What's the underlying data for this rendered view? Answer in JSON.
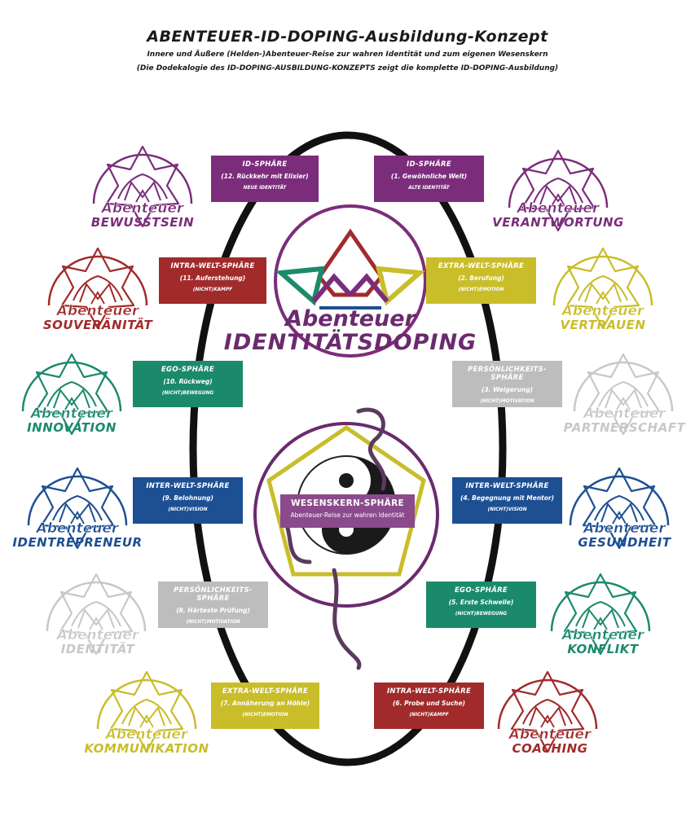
{
  "header": {
    "title": "ABENTEUER-ID-DOPING-Ausbildung-Konzept",
    "subtitle1": "Innere und Äußere (Helden-)Abenteuer-Reise zur wahren Identität und zum eigenen Wesenskern",
    "subtitle2": "(Die Dodekalogie des ID-DOPING-AUSBILDUNG-KONZEPTS zeigt die komplette ID-DOPING-Ausbildung)"
  },
  "center": {
    "word1": "Abenteuer",
    "word2": "IDENTITÄTSDOPING"
  },
  "core": {
    "title": "WESENSKERN-SPHÄRE",
    "subtitle": "Abenteuer-Reise zur wahren Identität"
  },
  "colors": {
    "purple": "#7b2d7b",
    "red": "#a12b2b",
    "yellow": "#c9bd2a",
    "gray": "#b9b9b9",
    "green": "#1b8a6b",
    "blue": "#1d4f93",
    "ring": "#111111"
  },
  "boxes": [
    {
      "title": "ID-SPHÄRE",
      "stage": "(12. Rückkehr mit Elixier)",
      "note": "NEUE IDENTITÄT",
      "color": "#7b2d7b"
    },
    {
      "title": "ID-SPHÄRE",
      "stage": "(1. Gewöhnliche Welt)",
      "note": "ALTE IDENTITÄT",
      "color": "#7b2d7b"
    },
    {
      "title": "INTRA-WELT-SPHÄRE",
      "stage": "(11. Auferstehung)",
      "note": "(NICHT)KAMPF",
      "color": "#a12b2b"
    },
    {
      "title": "EXTRA-WELT-SPHÄRE",
      "stage": "(2. Berufung)",
      "note": "(NICHT)EMOTION",
      "color": "#c9bd2a"
    },
    {
      "title": "EGO-SPHÄRE",
      "stage": "(10. Rückweg)",
      "note": "(NICHT)BEWEGUNG",
      "color": "#1b8a6b"
    },
    {
      "title": "PERSÖNLICHKEITS-SPHÄRE",
      "stage": "(3. Weigerung)",
      "note": "(NICHT)MOTIVATION",
      "color": "#bdbdbd"
    },
    {
      "title": "INTER-WELT-SPHÄRE",
      "stage": "(9. Belohnung)",
      "note": "(NICHT)VISION",
      "color": "#1d4f93"
    },
    {
      "title": "INTER-WELT-SPHÄRE",
      "stage": "(4. Begegnung mit Mentor)",
      "note": "(NICHT)VISION",
      "color": "#1d4f93"
    },
    {
      "title": "PERSÖNLICHKEITS-SPHÄRE",
      "stage": "(8. Härteste Prüfung)",
      "note": "(NICHT)MOTIVATION",
      "color": "#bdbdbd"
    },
    {
      "title": "EGO-SPHÄRE",
      "stage": "(5. Erste Schwelle)",
      "note": "(NICHT)BEWEGUNG",
      "color": "#1b8a6b"
    },
    {
      "title": "EXTRA-WELT-SPHÄRE",
      "stage": "(7. Annäherung an Höhle)",
      "note": "(NICHT)EMOTION",
      "color": "#c9bd2a"
    },
    {
      "title": "INTRA-WELT-SPHÄRE",
      "stage": "(6. Probe und Suche)",
      "note": "(NICHT)KAMPF",
      "color": "#a12b2b"
    }
  ],
  "emblems": [
    {
      "word1": "Abenteuer",
      "word2": "BEWUSSTSEIN",
      "color": "#7b2d7b"
    },
    {
      "word1": "Abenteuer",
      "word2": "VERANTWORTUNG",
      "color": "#7b2d7b"
    },
    {
      "word1": "Abenteuer",
      "word2": "SOUVERÄNITÄT",
      "color": "#a12b2b"
    },
    {
      "word1": "Abenteuer",
      "word2": "VERTRAUEN",
      "color": "#c9bd2a"
    },
    {
      "word1": "Abenteuer",
      "word2": "INNOVATION",
      "color": "#1b8a6b"
    },
    {
      "word1": "Abenteuer",
      "word2": "PARTNERSCHAFT",
      "color": "#c8c8c8"
    },
    {
      "word1": "Abenteuer",
      "word2": "IDENTREPRENEUR",
      "color": "#1d4f93"
    },
    {
      "word1": "Abenteuer",
      "word2": "GESUNDHEIT",
      "color": "#1d4f93"
    },
    {
      "word1": "Abenteuer",
      "word2": "IDENTITÄT",
      "color": "#c8c8c8"
    },
    {
      "word1": "Abenteuer",
      "word2": "KONFLIKT",
      "color": "#1b8a6b"
    },
    {
      "word1": "Abenteuer",
      "word2": "KOMMUNIKATION",
      "color": "#c9bd2a"
    },
    {
      "word1": "Abenteuer",
      "word2": "COACHING",
      "color": "#a12b2b"
    }
  ]
}
